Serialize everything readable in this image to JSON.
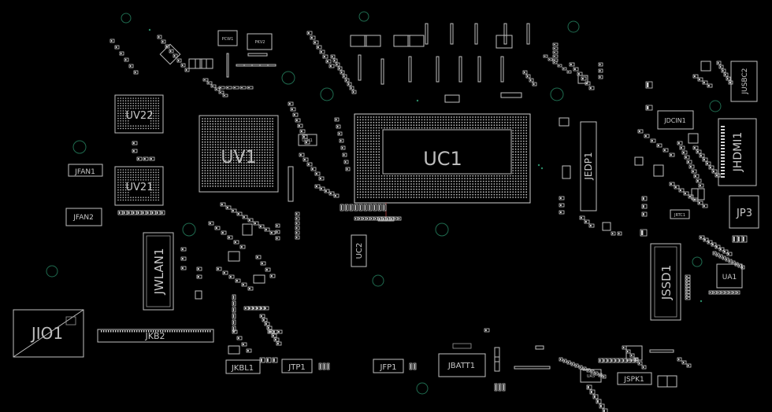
{
  "board": {
    "components": {
      "uc1": "UC1",
      "uv1": "UV1",
      "uv22": "UV22",
      "uv21": "UV21",
      "jfan1": "JFAN1",
      "jfan2": "JFAN2",
      "jwlan1": "JWLAN1",
      "jio1": "JIO1",
      "jkb2": "JKB2",
      "jkbl1": "JKBL1",
      "jtp1": "JTP1",
      "jfp1": "JFP1",
      "jbatt1": "JBATT1",
      "uc2": "UC2",
      "jedp1": "JEDP1",
      "jdcin1": "JDCIN1",
      "jusbc2": "JUSBC2",
      "jhdmi1": "JHDMI1",
      "jp3": "JP3",
      "jssd1": "JSSD1",
      "ua1": "UA1",
      "jspk1": "JSPK1",
      "pcw1": "PCW1",
      "pkv2": "PKV2",
      "uth1": "UTH1",
      "ua5": "UA5",
      "jrtc1": "JRTC1"
    }
  }
}
